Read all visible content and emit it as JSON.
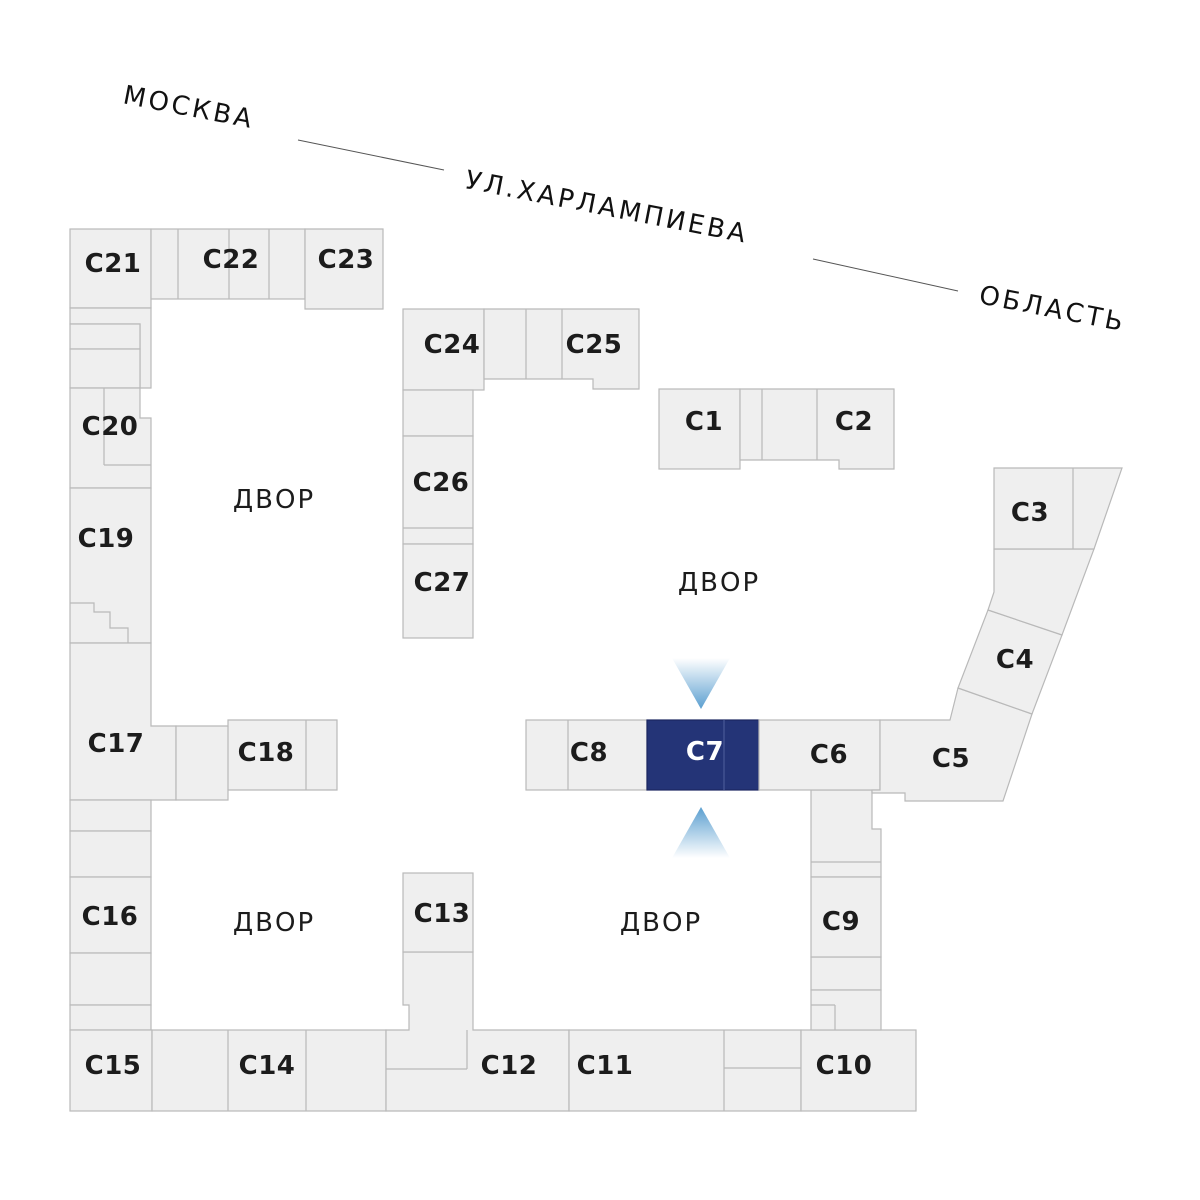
{
  "street": {
    "city": "МОСКВА",
    "name": "УЛ.ХАРЛАМПИЕВА",
    "region": "ОБЛАСТЬ"
  },
  "yards": {
    "nw": "ДВОР",
    "center": "ДВОР",
    "sw": "ДВОР",
    "se": "ДВОР"
  },
  "selected_unit": "C7",
  "colors": {
    "block_fill": "#efefef",
    "block_stroke": "#b9b9b9",
    "selected_fill": "#243477",
    "marker_color": "#6aa8d4"
  },
  "units": {
    "c1": "C1",
    "c2": "C2",
    "c3": "C3",
    "c4": "C4",
    "c5": "C5",
    "c6": "C6",
    "c7": "C7",
    "c8": "C8",
    "c9": "C9",
    "c10": "C10",
    "c11": "C11",
    "c12": "C12",
    "c13": "C13",
    "c14": "C14",
    "c15": "C15",
    "c16": "C16",
    "c17": "C17",
    "c18": "C18",
    "c19": "C19",
    "c20": "C20",
    "c21": "C21",
    "c22": "C22",
    "c23": "C23",
    "c24": "C24",
    "c25": "C25",
    "c26": "C26",
    "c27": "C27"
  }
}
